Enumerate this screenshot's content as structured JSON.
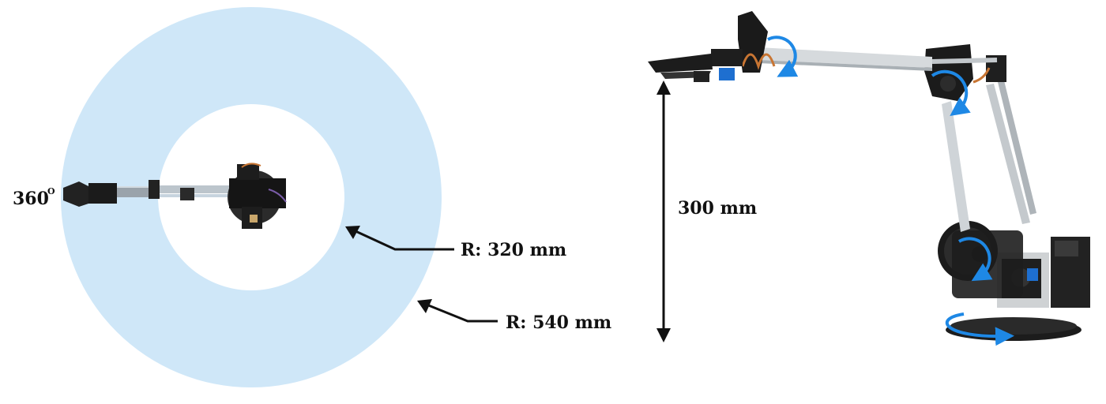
{
  "colors": {
    "workspace_ring": "#cfe7f8",
    "background": "#ffffff",
    "rotation_arrow": "#1e88e5",
    "dimension_line": "#111111",
    "arm_tube": "#c8ccd0",
    "arm_parts": "#1a1a1a",
    "servo_wire": "#c87533"
  },
  "top_view": {
    "rotation_label": "360",
    "rotation_unit": "O",
    "inner_radius_label": "R: 320 mm",
    "outer_radius_label": "R: 540 mm"
  },
  "side_view": {
    "height_label": "300 mm"
  },
  "icons": {
    "joint_rotation": "curved-rotation-arrow-icon",
    "dimension": "double-headed-arrow-icon"
  }
}
